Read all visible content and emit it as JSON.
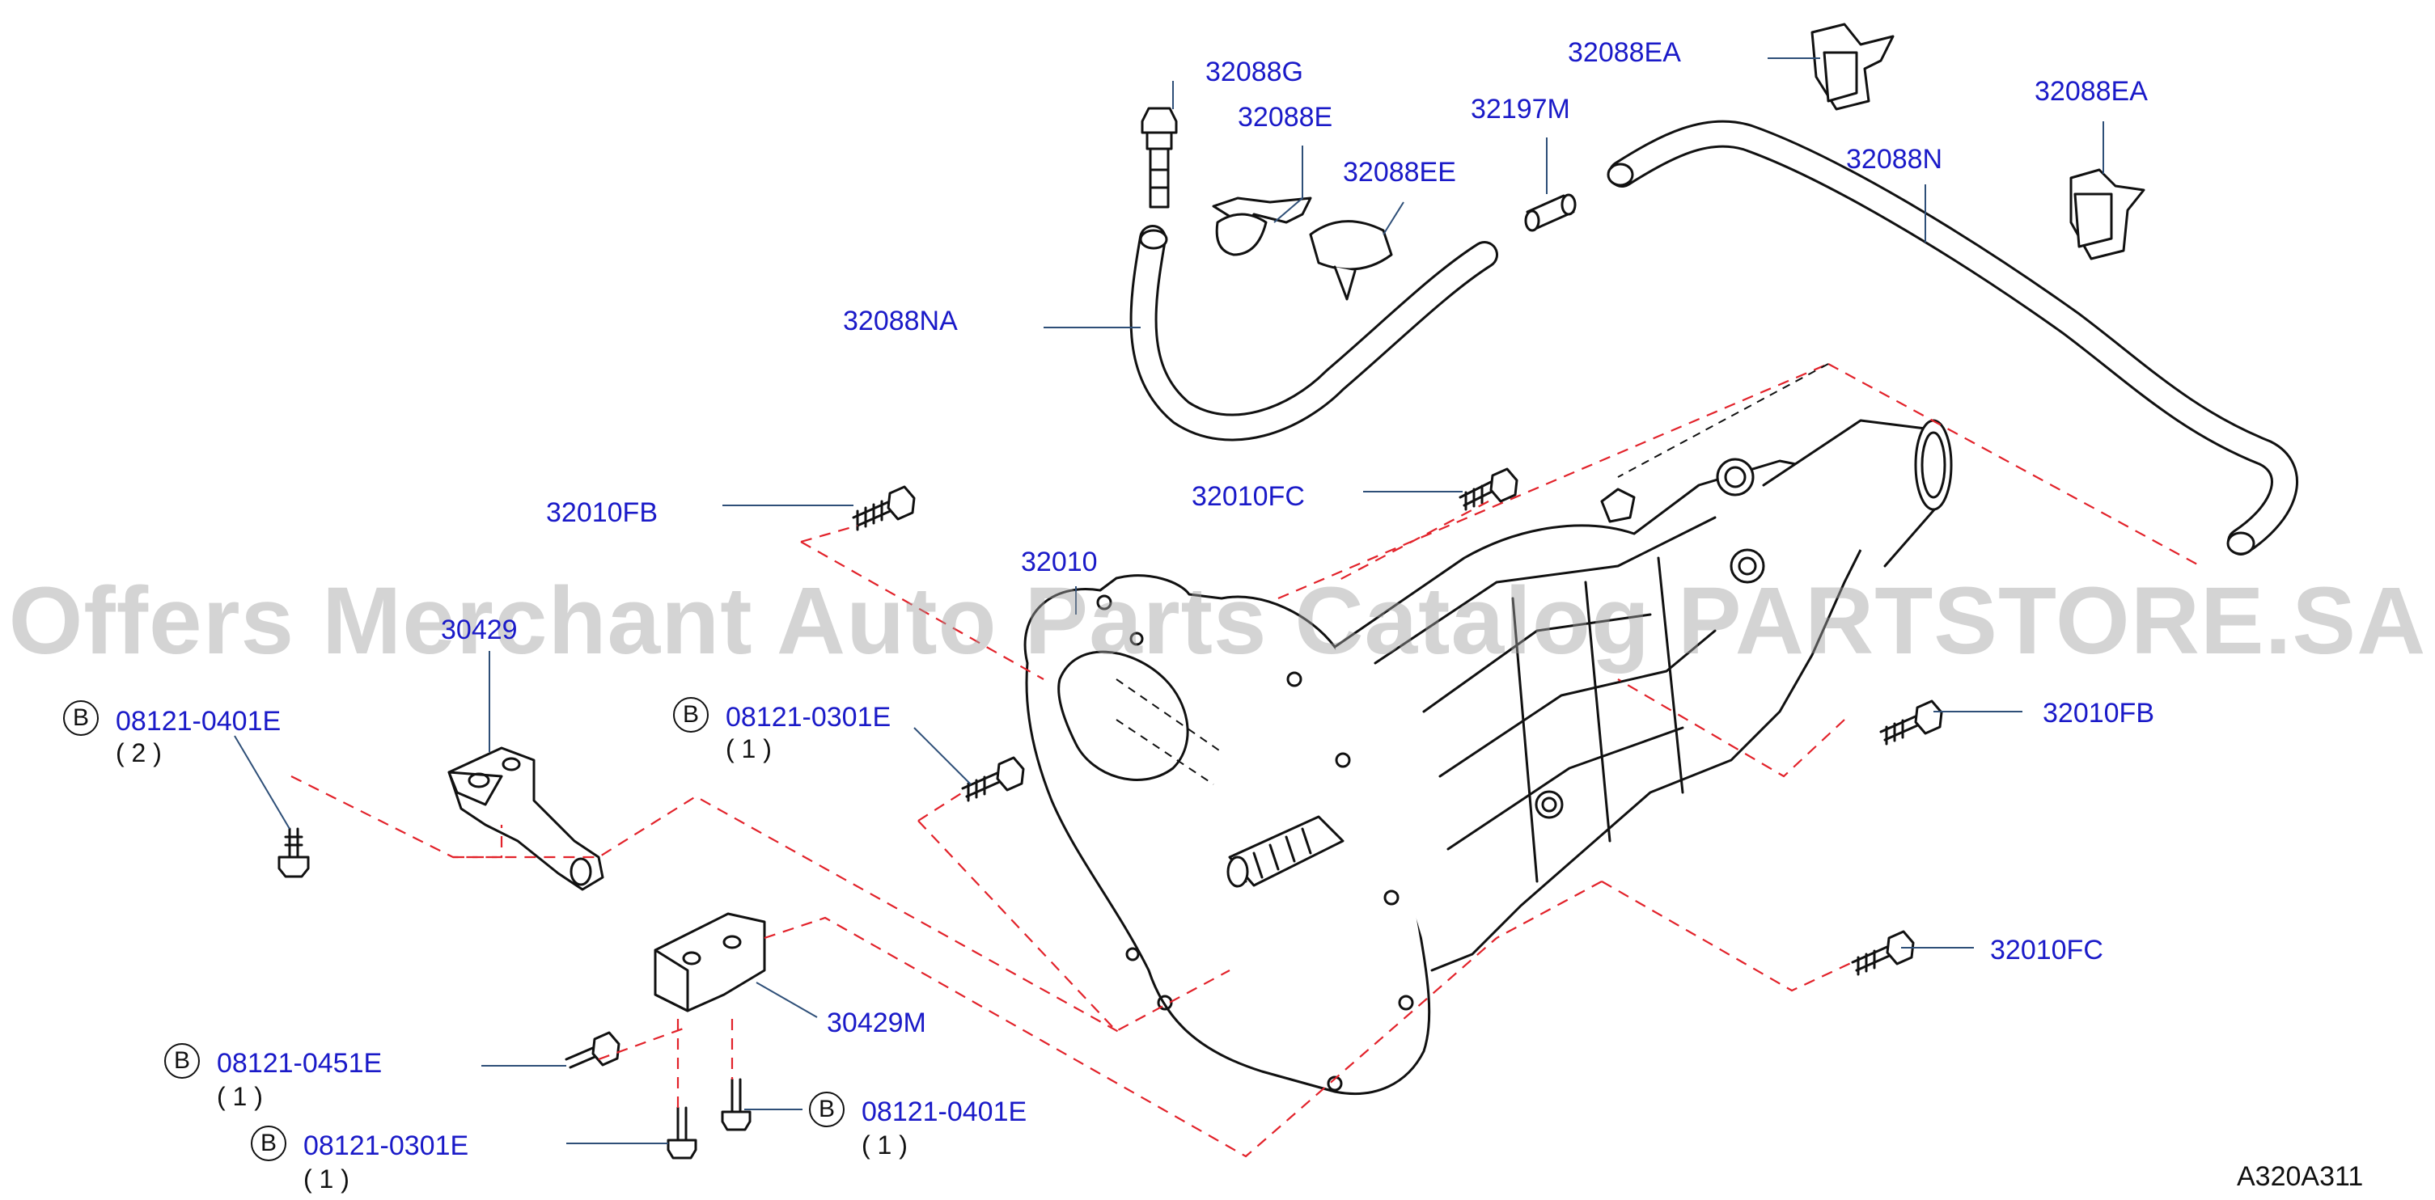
{
  "diagram": {
    "code": "A320A311",
    "watermark": "Offers Merchant Auto Parts Catalog PARTSTORE.SA",
    "badge_letter": "B",
    "parts": {
      "p32088G": "32088G",
      "p32088E": "32088E",
      "p32088EE": "32088EE",
      "p32197M": "32197M",
      "p32088EA_1": "32088EA",
      "p32088EA_2": "32088EA",
      "p32088N": "32088N",
      "p32088NA": "32088NA",
      "p32010FB_1": "32010FB",
      "p32010FC_1": "32010FC",
      "p32010": "32010",
      "p30429": "30429",
      "p08121_0401E_a": "08121-0401E",
      "p08121_0301E_a": "08121-0301E",
      "p32010FB_2": "32010FB",
      "p32010FC_2": "32010FC",
      "p30429M": "30429M",
      "p08121_0451E": "08121-0451E",
      "p08121_0401E_b": "08121-0401E",
      "p08121_0301E_b": "08121-0301E"
    },
    "quantities": {
      "q08121_0401E_a": "( 2 )",
      "q08121_0301E_a": "( 1 )",
      "q08121_0451E": "( 1 )",
      "q08121_0401E_b": "( 1 )",
      "q08121_0301E_b": "( 1 )"
    }
  }
}
